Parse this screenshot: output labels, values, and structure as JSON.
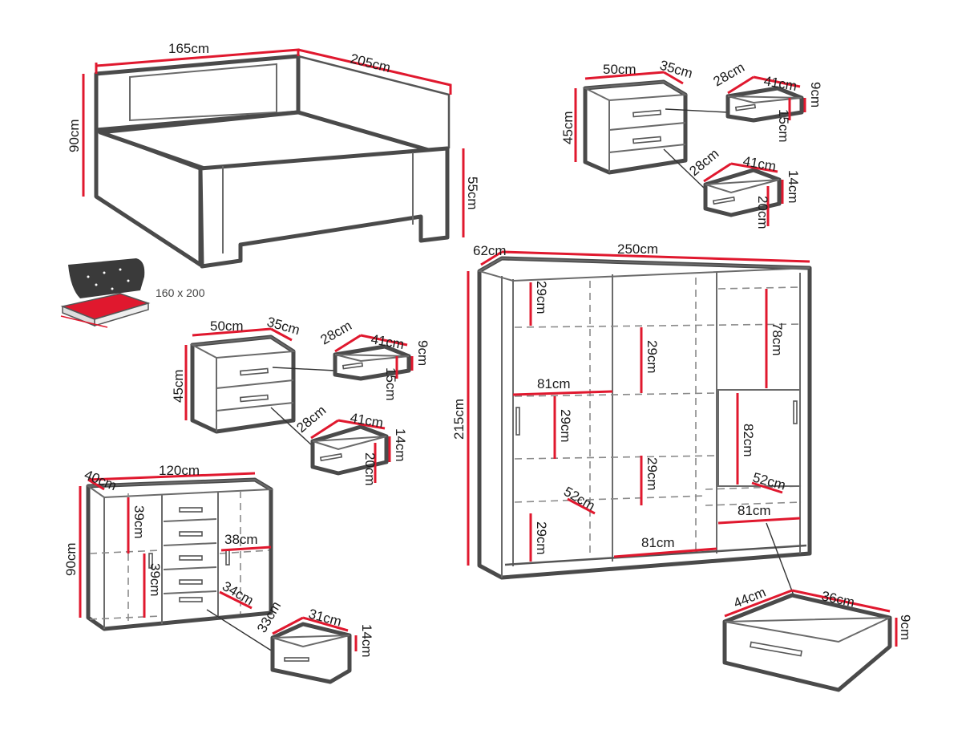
{
  "bed": {
    "width": "165cm",
    "length": "205cm",
    "head_height": "90cm",
    "foot_height": "55cm",
    "mattress_size": "160 x 200"
  },
  "nightstand_top": {
    "width": "50cm",
    "depth": "35cm",
    "height": "45cm",
    "drawer_small": {
      "depth": "28cm",
      "width": "41cm",
      "height": "9cm",
      "inner": "15cm"
    },
    "drawer_large": {
      "depth": "28cm",
      "width": "41cm",
      "height": "14cm",
      "inner": "20cm"
    }
  },
  "nightstand_left": {
    "width": "50cm",
    "depth": "35cm",
    "height": "45cm",
    "drawer_small": {
      "depth": "28cm",
      "width": "41cm",
      "height": "9cm",
      "inner": "15cm"
    },
    "drawer_large": {
      "depth": "28cm",
      "width": "41cm",
      "height": "14cm",
      "inner": "20cm"
    }
  },
  "dresser": {
    "depth": "40cm",
    "width": "120cm",
    "height": "90cm",
    "shelf_upper": "39cm",
    "shelf_lower": "39cm",
    "center_width": "38cm",
    "drawer_depth_label": "34cm",
    "drawer": {
      "depth": "33cm",
      "width": "31cm",
      "height": "14cm"
    }
  },
  "wardrobe": {
    "depth": "62cm",
    "width": "250cm",
    "height": "215cm",
    "left_shelf_top": "29cm",
    "left_shelf_low": "29cm",
    "left_section": "81cm",
    "left_shelf_mid": "29cm",
    "left_diag": "52cm",
    "mid_shelf_top": "29cm",
    "mid_shelf_low": "29cm",
    "mid_bottom": "81cm",
    "right_top": "78cm",
    "right_mid": "82cm",
    "right_diag": "52cm",
    "right_bottom": "81cm",
    "drawer": {
      "depth": "44cm",
      "width": "36cm",
      "height": "9cm"
    }
  }
}
